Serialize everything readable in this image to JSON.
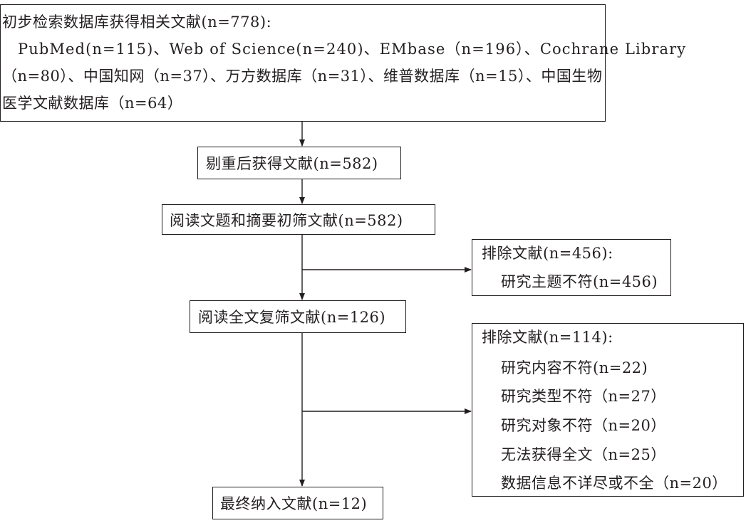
{
  "initial_box": {
    "lines": [
      "初步检索数据库获得相关文献(n=778):",
      "PubMed(n=115)、Web of Science(n=240)、EMbase（n=196）、Cochrane Library",
      "（n=80）、中国知网（n=37）、万方数据库（n=31）、维普数据库（n=15）、中国生物",
      "医学文献数据库（n=64）"
    ]
  },
  "dedup_box": {
    "text": "剔重后获得文献(n=582)"
  },
  "screen_box": {
    "text": "阅读文题和摘要初筛文献(n=582)"
  },
  "exclude1_box": {
    "title": "排除文献(n=456):",
    "items": [
      "研究主题不符(n=456)"
    ]
  },
  "fulltext_box": {
    "text": "阅读全文复筛文献(n=126)"
  },
  "exclude2_box": {
    "title": "排除文献(n=114):",
    "items": [
      "研究内容不符(n=22)",
      "研究类型不符（n=27）",
      "研究对象不符（n=20）",
      "无法获得全文（n=25）",
      "数据信息不详尽或不全（n=20）"
    ]
  },
  "final_box": {
    "text": "最终纳入文献(n=12)"
  }
}
